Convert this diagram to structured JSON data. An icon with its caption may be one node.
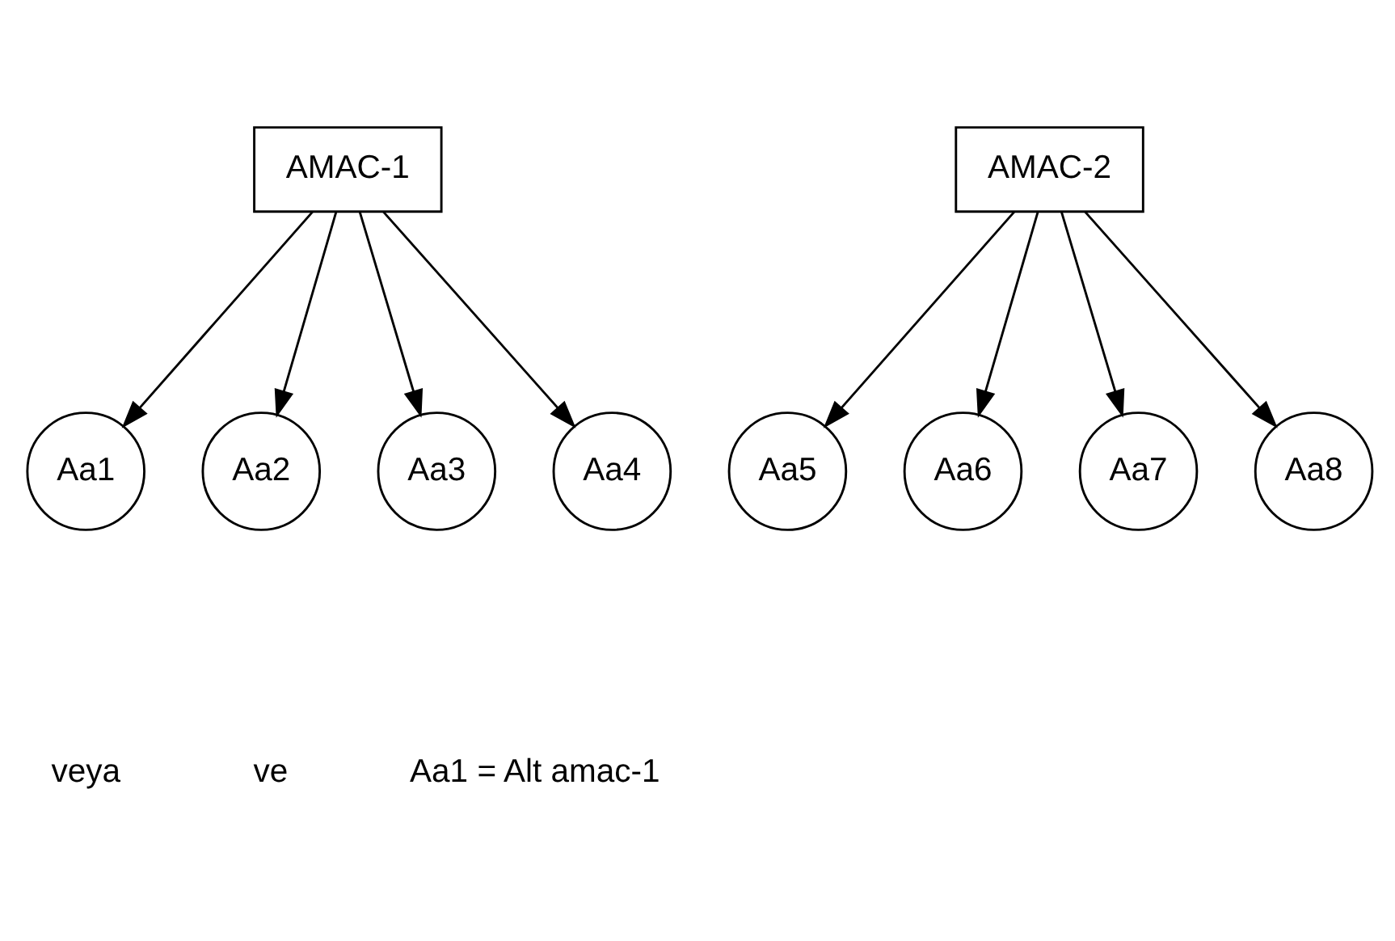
{
  "diagram": {
    "nodes": [
      {
        "text": [
          "AMAC-1"
        ]
      },
      {
        "text": [
          "AMAC-2"
        ]
      },
      {
        "text": [
          "Aa1"
        ]
      },
      {
        "text": [
          "Aa2"
        ]
      },
      {
        "text": [
          "Aa3"
        ]
      },
      {
        "text": [
          "Aa4"
        ]
      },
      {
        "text": [
          "Aa5"
        ]
      },
      {
        "text": [
          "Aa6"
        ]
      },
      {
        "text": [
          "Aa7"
        ]
      },
      {
        "text": [
          "Aa8"
        ]
      }
    ],
    "edges": [
      {
        "from": 0,
        "to": 2,
        "arrow": "to"
      },
      {
        "from": 0,
        "to": 3,
        "arrow": "to"
      },
      {
        "from": 0,
        "to": 4,
        "arrow": "to"
      },
      {
        "from": 0,
        "to": 5,
        "arrow": "to"
      },
      {
        "from": 1,
        "to": 6,
        "arrow": "to"
      },
      {
        "from": 1,
        "to": 7,
        "arrow": "to"
      },
      {
        "from": 1,
        "to": 8,
        "arrow": "to"
      },
      {
        "from": 1,
        "to": 9,
        "arrow": "to"
      }
    ],
    "labels": [
      "veya",
      "ve",
      "Aa1 = Alt amac-1"
    ]
  }
}
